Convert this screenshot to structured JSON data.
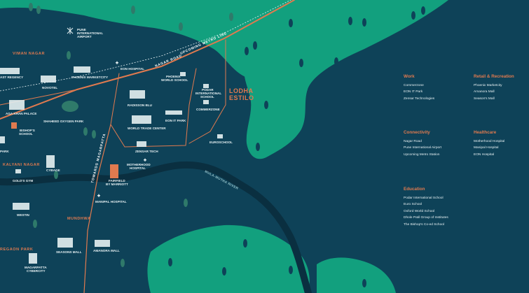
{
  "brand": {
    "line1": "LODHA",
    "line2": "ESTILO"
  },
  "roads": {
    "nagar_road": "NAGAR ROAD",
    "metro_line": "UPCOMING METRO LINE",
    "towards_magarpatta": "TOWARDS MAGARPATTA"
  },
  "river": "MULA-MUTHA RIVER",
  "areas": {
    "viman_nagar": "VIMAN NAGAR",
    "kalyani_nagar": "KALYANI NAGAR",
    "mundhwa": "MUNDHWA",
    "koregaon_park": "REGAON PARK"
  },
  "landmarks": {
    "pune_airport_1": "PUNE",
    "pune_airport_2": "INTERNATIONAL",
    "pune_airport_3": "AIRPORT",
    "eon_hospital": "EON HOSPITAL",
    "phoenix_marketcity": "PHOENIX MARKETCITY",
    "novotel": "NOVOTEL",
    "phoenix_world_school_1": "PHOENIX",
    "phoenix_world_school_2": "WORLD SCHOOL",
    "podar_1": "PODAR",
    "podar_2": "INTERNATIONAL",
    "podar_3": "SCHOOL",
    "commerzone": "COMMERZONE",
    "radisson_blu": "RADISSON BLU",
    "eon_it_park": "EON IT PARK",
    "world_trade_center": "WORLD TRADE CENTER",
    "aga_khan_palace": "AGA KHAN PALACE",
    "shaheed_oxygen_park": "SHAHEED OXYGEN PARK",
    "bishops_school_1": "BISHOP'S",
    "bishops_school_2": "SCHOOL",
    "park": "PARK",
    "zensar_tech": "ZENSAR TECH",
    "euroschool": "EUROSCHOOL",
    "motherhood_1": "MOTHERHOOD",
    "motherhood_2": "HOSPITAL",
    "fairfield_1": "FAIRFIELD",
    "fairfield_2": "BY MARRIOTT",
    "cybage": "CYBAGE",
    "golds_gym": "GOLD'S GYM",
    "manipal_hospital": "MANIPAL HOSPITAL",
    "westin": "WESTIN",
    "seasons_mall": "SEASONS MALL",
    "amanora_mall": "AMANORA MALL",
    "magarpatta_1": "MAGARPATTA",
    "magarpatta_2": "CYBERCITY",
    "airport_regency": "AST REGENCY"
  },
  "legend": [
    {
      "heading": "Work",
      "items": [
        "Commerzone",
        "EON IT Park",
        "Zensar Technologies"
      ]
    },
    {
      "heading": "Retail & Recreation",
      "items": [
        "Phoenix Marketcity",
        "Amanora Mall",
        "Season's Mall"
      ]
    },
    {
      "heading": "Connectivity",
      "items": [
        "Nagar Road",
        "Pune International Airport",
        "Upcoming Metro Station"
      ]
    },
    {
      "heading": "Healthcare",
      "items": [
        "Motherhood Hospital",
        "Manipal Hospital",
        "EON Hospital"
      ]
    },
    {
      "heading": "Education",
      "items": [
        "Podar International School",
        "Euro School",
        "Oxford World School",
        "Dhole Patil Group of Institutes",
        "The Bishop's Co-ed School"
      ]
    }
  ],
  "colors": {
    "water": "#0e4258",
    "land": "#12a07e",
    "road": "#e07a4f",
    "accent": "#e07a4f",
    "label": "#e6f0f2"
  }
}
